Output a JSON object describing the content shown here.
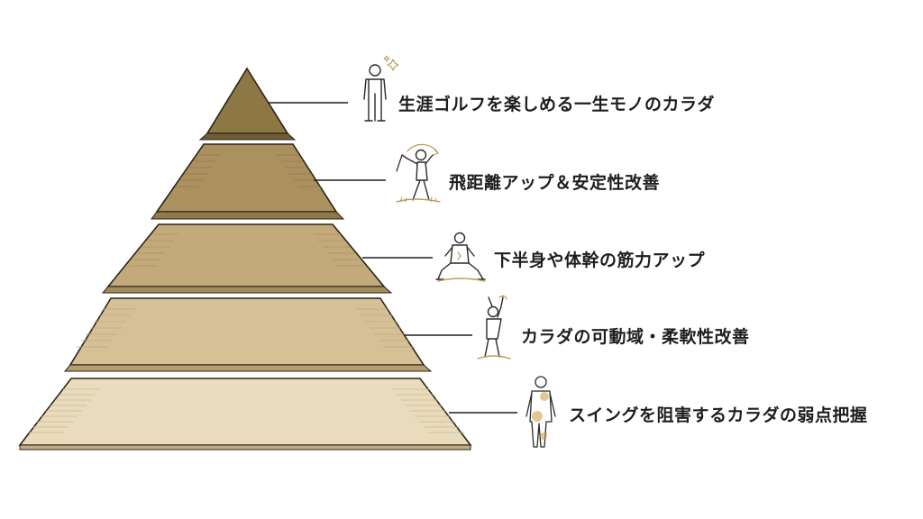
{
  "pyramid": {
    "levels": [
      {
        "label": "生涯ゴルフを楽しめる一生モノのカラダ",
        "icon": "standing-person-sparkle-icon",
        "color": "#8f7a46"
      },
      {
        "label": "飛距離アップ＆安定性改善",
        "icon": "golfer-swing-icon",
        "color": "#a98f5f"
      },
      {
        "label": "下半身や体幹の筋力アップ",
        "icon": "squat-exercise-icon",
        "color": "#c1a878"
      },
      {
        "label": "カラダの可動域・柔軟性改善",
        "icon": "side-stretch-icon",
        "color": "#d4be93"
      },
      {
        "label": "スイングを阻害するカラダの弱点把握",
        "icon": "body-weak-points-icon",
        "color": "#e6d7b5"
      }
    ]
  }
}
